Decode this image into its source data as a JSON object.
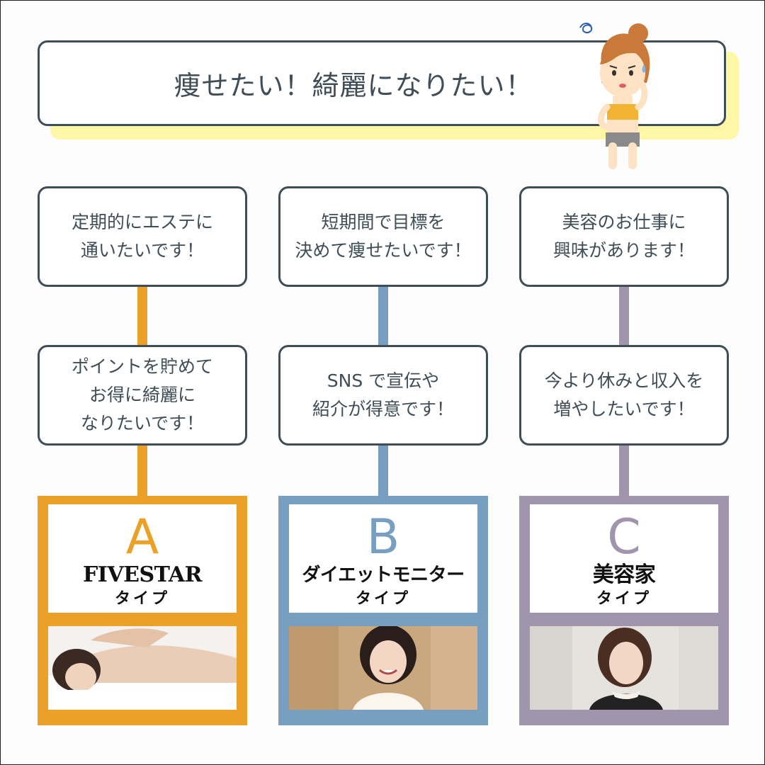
{
  "header": {
    "title": "痩せたい！綺麗になりたい！"
  },
  "columns": [
    {
      "q1": "定期的にエステに\n通いたいです！",
      "q2": "ポイントを貯めて\nお得に綺麗に\nなりたいです！",
      "letter": "A",
      "type_name": "FIVESTAR",
      "type_suffix": "タイプ",
      "color": "#eba027"
    },
    {
      "q1": "短期間で目標を\n決めて痩せたいです！",
      "q2": "SNS で宣伝や\n紹介が得意です！",
      "letter": "B",
      "type_name": "ダイエットモニター",
      "type_suffix": "タイプ",
      "color": "#789fc0"
    },
    {
      "q1": "美容のお仕事に\n興味があります！",
      "q2": "今より休みと収入を\n増やしたいです！",
      "letter": "C",
      "type_name": "美容家",
      "type_suffix": "タイプ",
      "color": "#a195ae"
    }
  ],
  "colors": {
    "border": "#3f4d57",
    "title_shadow": "#fff7a8"
  },
  "icons": {
    "character": "worried-girl-illustration"
  }
}
